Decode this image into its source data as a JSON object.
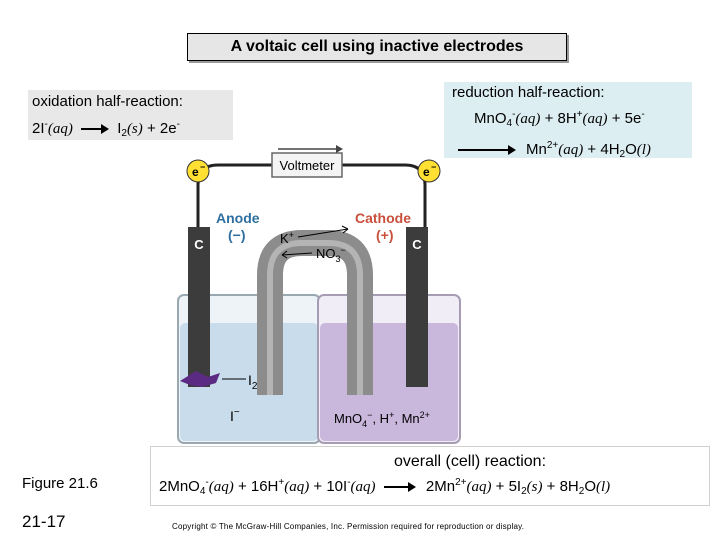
{
  "title": "A voltaic cell using inactive electrodes",
  "oxidation": {
    "heading": "oxidation half-reaction:",
    "reactant": "2I",
    "reactant_charge": "-",
    "reactant_state": "(aq)",
    "product": "I",
    "product_sub": "2",
    "product_state": "(s)",
    "electrons": "+ 2e",
    "electrons_charge": "-"
  },
  "reduction": {
    "heading": "reduction half-reaction:",
    "line1_a": "MnO",
    "line1_a_sub": "4",
    "line1_a_charge": "-",
    "line1_a_state": "(aq)",
    "line1_b": "+ 8H",
    "line1_b_charge": "+",
    "line1_b_state": "(aq)",
    "line1_c": "+ 5e",
    "line1_c_charge": "-",
    "line2_a": "Mn",
    "line2_a_charge": "2+",
    "line2_a_state": "(aq)",
    "line2_b": "+ 4H",
    "line2_b_sub": "2",
    "line2_b_after": "O",
    "line2_b_state": "(l)"
  },
  "diagram": {
    "voltmeter": "Voltmeter",
    "electron_left": "e",
    "electron_right": "e",
    "electron_charge": "−",
    "anode_label": "Anode",
    "anode_sign": "(−)",
    "cathode_label": "Cathode",
    "cathode_sign": "(+)",
    "electrode_left": "C",
    "electrode_right": "C",
    "salt_bridge_cation": "K",
    "salt_bridge_cation_charge": "+",
    "salt_bridge_anion": "NO",
    "salt_bridge_anion_sub": "3",
    "salt_bridge_anion_charge": "−",
    "left_solid": "I",
    "left_solid_sub": "2",
    "left_ion": "I",
    "left_ion_charge": "−",
    "right_ions_a": "MnO",
    "right_ions_a_sub": "4",
    "right_ions_a_charge": "−",
    "right_ions_b": ", H",
    "right_ions_b_charge": "+",
    "right_ions_c": ", Mn",
    "right_ions_c_charge": "2+",
    "colors": {
      "left_solution": "#c9dcec",
      "right_solution": "#c9b7dc",
      "electrode": "#3c3c3c",
      "salt_bridge": "#8c8c8c",
      "electron_fill": "#ffe033",
      "label_blue": "#2f6f9f",
      "label_red": "#c8503c",
      "iodine": "#5b2a82"
    }
  },
  "overall": {
    "heading": "overall (cell) reaction:",
    "r1": "2MnO",
    "r1_sub": "4",
    "r1_charge": "-",
    "r1_state": "(aq)",
    "r2": "+ 16H",
    "r2_charge": "+",
    "r2_state": "(aq)",
    "r3": "+ 10I",
    "r3_charge": "-",
    "r3_state": "(aq)",
    "p1": "2Mn",
    "p1_charge": "2+",
    "p1_state": "(aq)",
    "p2": "+ 5I",
    "p2_sub": "2",
    "p2_state": "(s)",
    "p3": "+ 8H",
    "p3_sub": "2",
    "p3_after": "O",
    "p3_state": "(l)"
  },
  "figure_label": "Figure 21.6",
  "page_number": "21-17",
  "copyright": "Copyright © The McGraw-Hill Companies, Inc. Permission required for reproduction or display."
}
